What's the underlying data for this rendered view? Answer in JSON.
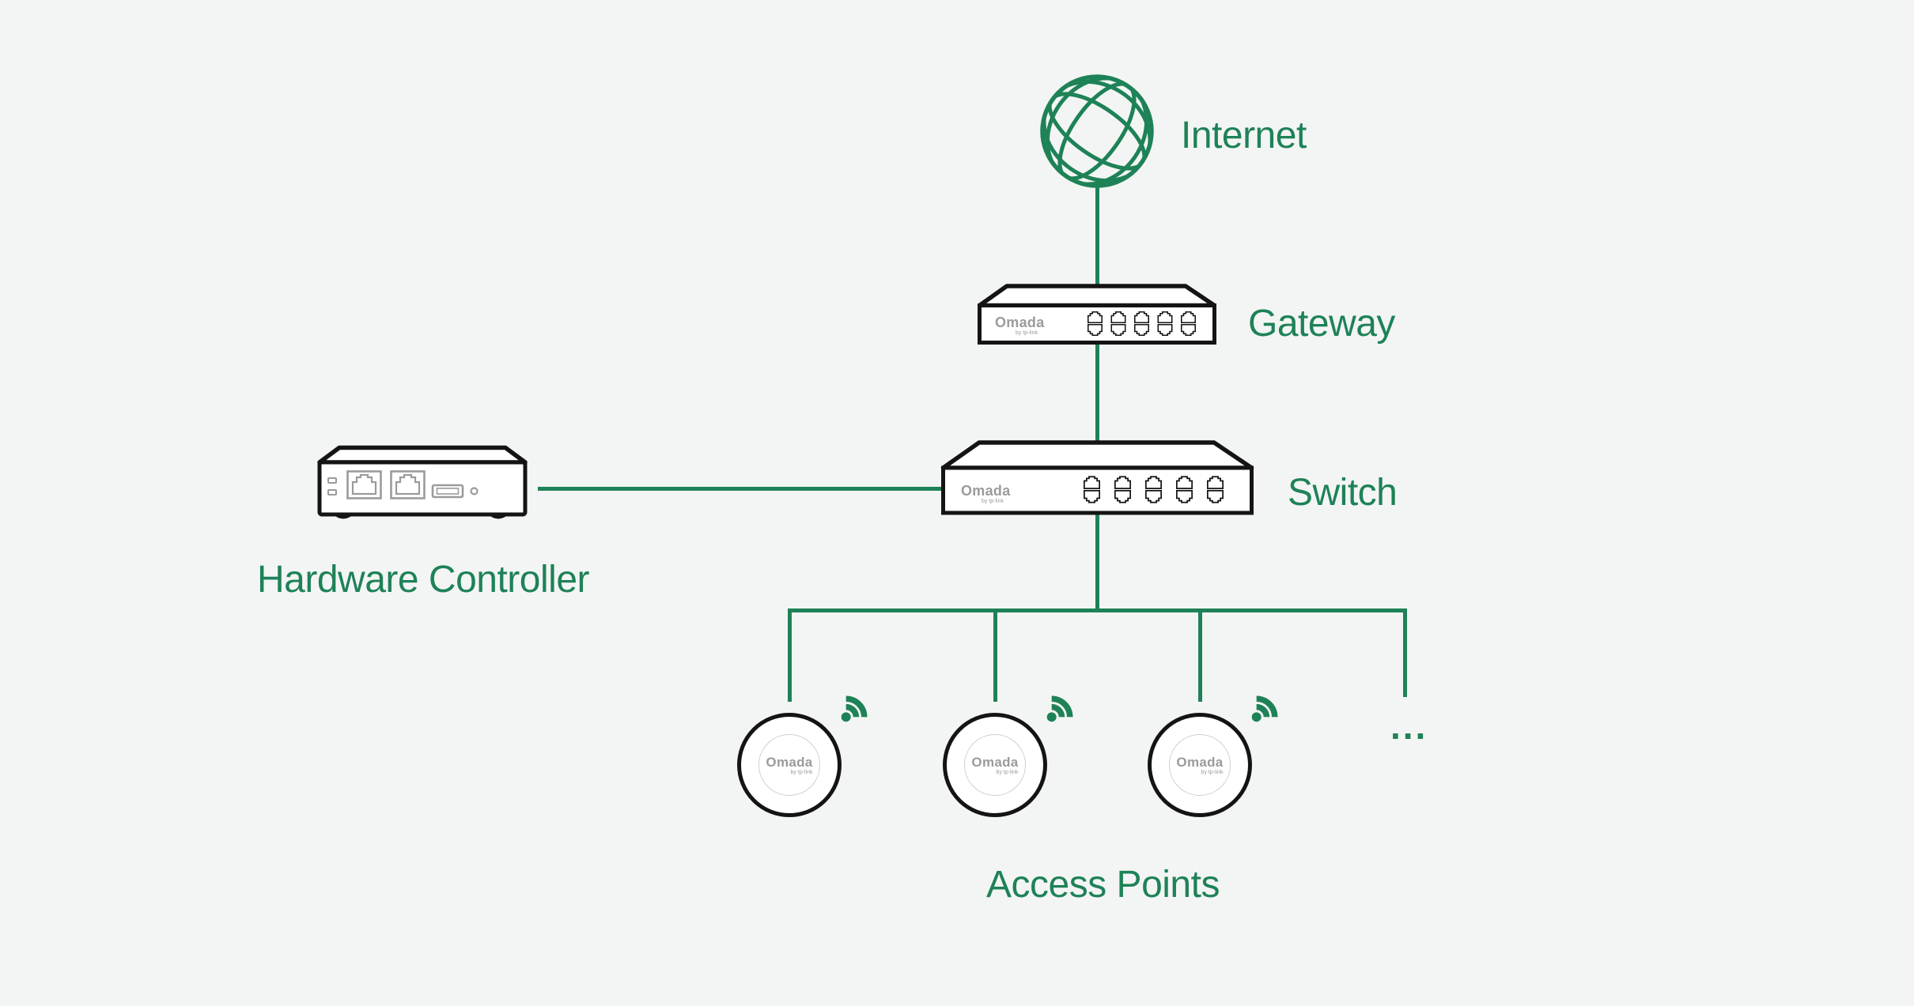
{
  "colors": {
    "background": "#f3f5f4",
    "accent_green": "#1E8257",
    "device_outline": "#141414",
    "brand_gray": "#9b9b9b"
  },
  "diagram": {
    "internet": {
      "label": "Internet",
      "icon": "globe-icon"
    },
    "gateway": {
      "label": "Gateway",
      "brand": "Omada",
      "brand_sub": "by tp-link"
    },
    "switch": {
      "label": "Switch",
      "brand": "Omada",
      "brand_sub": "by tp-link"
    },
    "hardware_controller": {
      "label": "Hardware Controller"
    },
    "access_points": {
      "label": "Access Points",
      "brand": "Omada",
      "brand_sub": "by tp-link",
      "count_visible": 3,
      "more": "...",
      "icon": "wifi-icon"
    }
  }
}
